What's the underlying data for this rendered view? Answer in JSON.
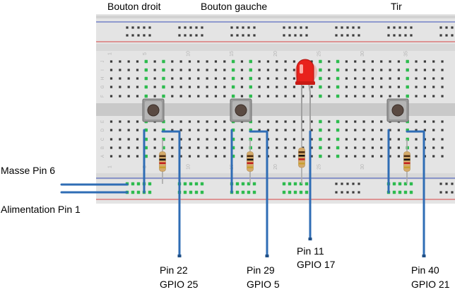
{
  "labels": {
    "top": [
      "Bouton droit",
      "Bouton gauche",
      "Tir"
    ],
    "left": [
      "Masse Pin 6",
      "Alimentation Pin 1"
    ],
    "pins": [
      {
        "pin": "Pin 22",
        "gpio": "GPIO 25"
      },
      {
        "pin": "Pin 29",
        "gpio": "GPIO 5"
      },
      {
        "pin": "Pin 11",
        "gpio": "GPIO 17"
      },
      {
        "pin": "Pin 40",
        "gpio": "GPIO 21"
      }
    ]
  },
  "breadboard": {
    "column_numbers": [
      "1",
      "5",
      "10",
      "15",
      "20",
      "25",
      "30",
      "35"
    ],
    "row_letters_top": [
      "J",
      "I",
      "H",
      "G",
      "F"
    ],
    "row_letters_bottom": [
      "E",
      "D",
      "C",
      "B",
      "A"
    ]
  },
  "colors": {
    "board": "#e4e4e4",
    "channel": "#c9c9c9",
    "hole": "#3a3a3a",
    "connected_hole": "#2dbb4e",
    "wire": "#2f6db5",
    "rail_red": "#d64545",
    "rail_blue": "#3a50b8",
    "led": "#e8221c",
    "button_body": "#9a9a9a",
    "button_cap": "#5a4a42"
  },
  "icons": [
    "push-button-icon",
    "resistor-icon",
    "led-icon"
  ]
}
